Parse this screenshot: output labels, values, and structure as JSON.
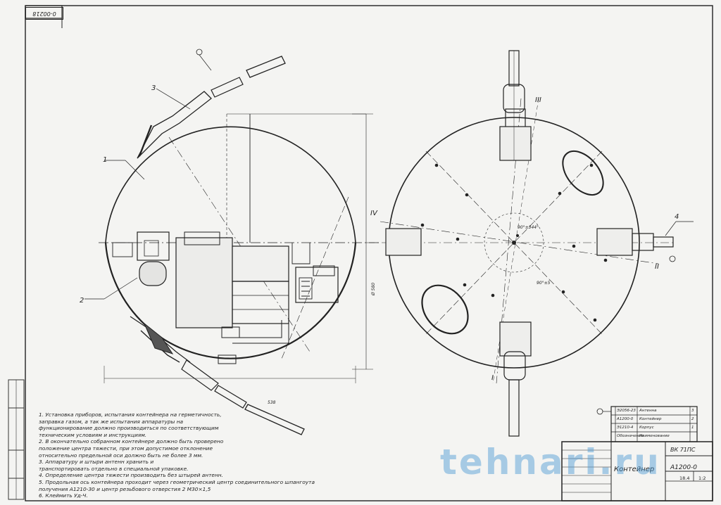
{
  "sheet": {
    "stamp_code": "0-00218",
    "watermark": "tehnari.ru"
  },
  "title_block": {
    "product_code": "ВК 71ПС",
    "name": "Контейнер",
    "doc_number": "А1200-0",
    "scale": "1:2",
    "mass": "18.4"
  },
  "spec_rows": [
    {
      "pos": "3",
      "code": "Э2056-23",
      "name": "Антенна"
    },
    {
      "pos": "2",
      "code": "А1200-0",
      "name": "Контейнер"
    },
    {
      "pos": "1",
      "code": "Э1210-4",
      "name": "Корпус"
    },
    {
      "pos": "",
      "code": "Обозначение",
      "name": "Наименование"
    }
  ],
  "callouts": [
    "1",
    "2",
    "3",
    "4"
  ],
  "axis_marks": [
    "I",
    "II",
    "III",
    "IV"
  ],
  "dimensions": {
    "width": "538",
    "height": "Ø 580"
  },
  "angle_marks": [
    "90°±344°",
    "90°±5"
  ],
  "notes": [
    "1. Установка приборов, испытания контейнера на герметичность,",
    "заправка газом, а так же испытания аппаратуры на",
    "функционирование должно производиться по соответствующим",
    "техническим условиям и инструкциям.",
    "2. В окончательно собранном контейнере должно быть проверено",
    "положение центра тяжести, при этом допустимое отклонение",
    "относительно предельной оси должно быть не более 3 мм.",
    "3. Аппаратуру и штыри антенн хранить и",
    "транспортировать отдельно в специальной упаковке.",
    "4. Определение центра тяжести производить без штырей антенн.",
    "5. Продольная ось контейнера проходит через геометрический центр соединительного шпангоута",
    "получения А1210-30 и центр резьбового отверстия 2 М30×1,5",
    "6. Клеймить Уд-Ч."
  ]
}
